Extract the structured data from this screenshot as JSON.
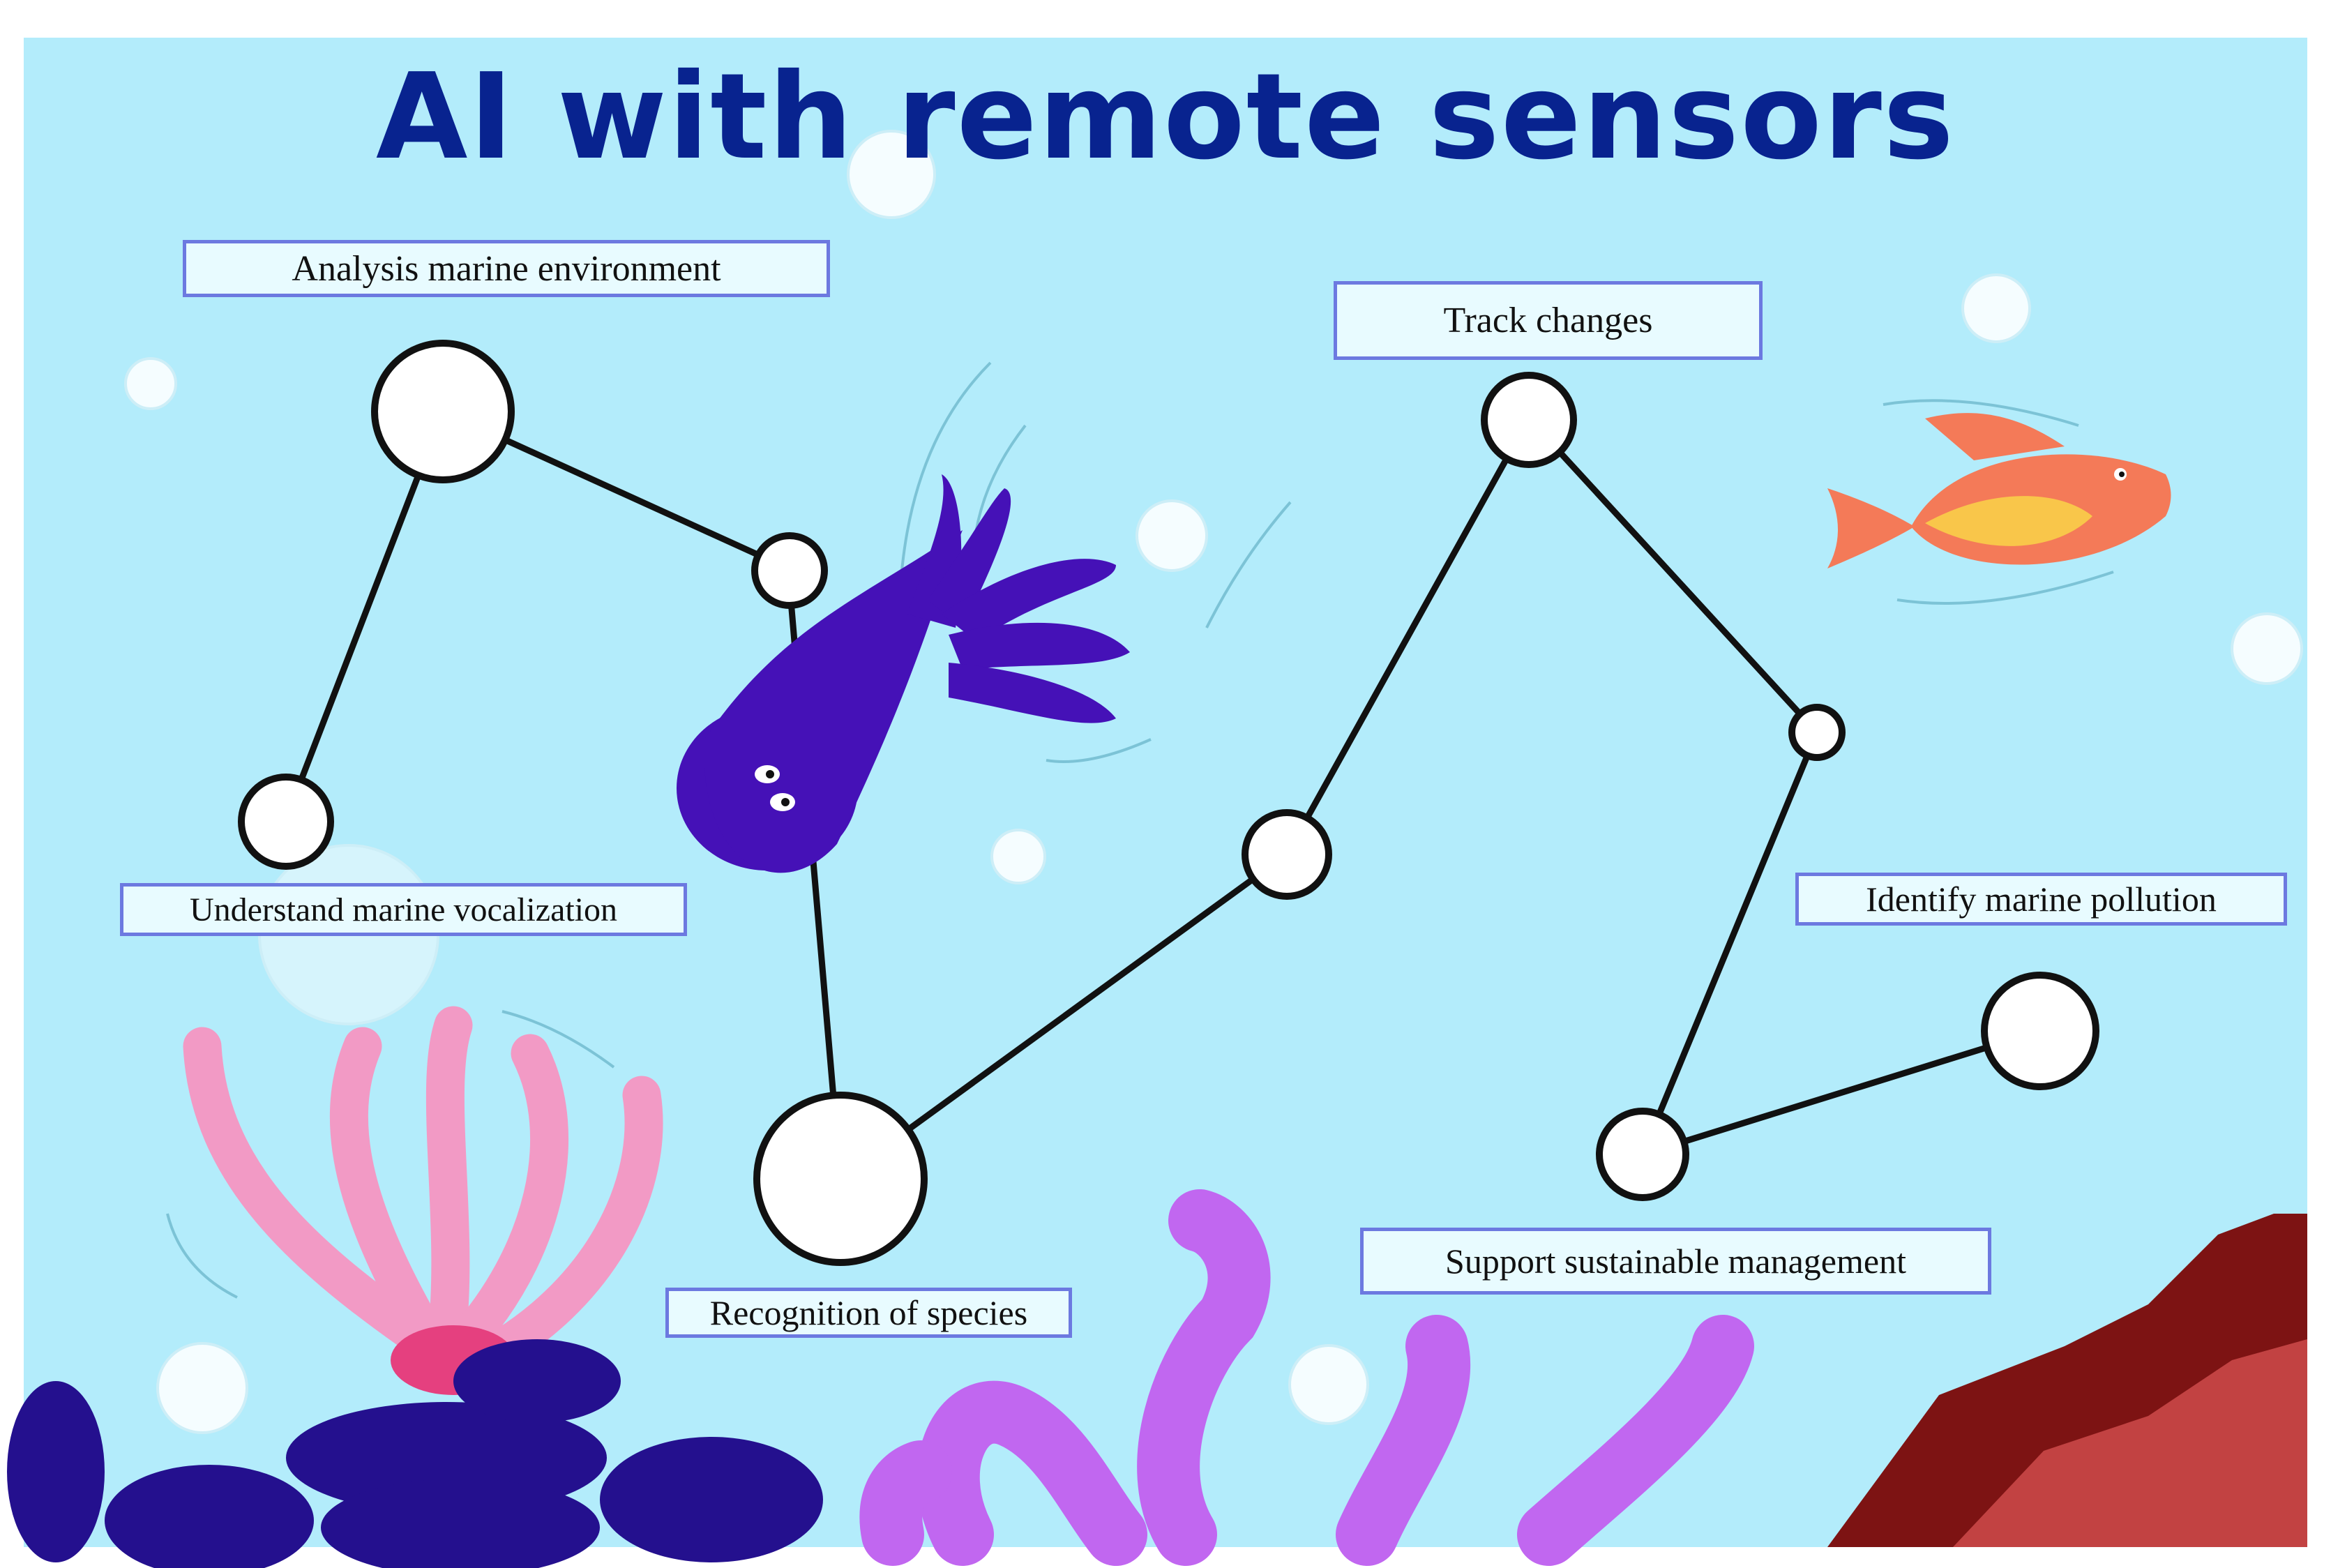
{
  "title": "AI with remote sensors",
  "labels": {
    "analysis": "Analysis marine environment",
    "track": "Track changes",
    "vocalization": "Understand marine vocalization",
    "pollution": "Identify marine pollution",
    "species": "Recognition of species",
    "sustainable": "Support sustainable management"
  },
  "colors": {
    "water": "#b3ecfb",
    "title": "#08238f",
    "box_border": "#6c79e0",
    "box_fill": "#e8fbff",
    "octopus": "#4511b7",
    "fish": "#f47a58",
    "fish_stripe": "#f9c64a",
    "coral_pink": "#f29ac5",
    "coral_purple": "#c167f0",
    "rocks": "#24108e",
    "rock_red": "#7d1313"
  }
}
